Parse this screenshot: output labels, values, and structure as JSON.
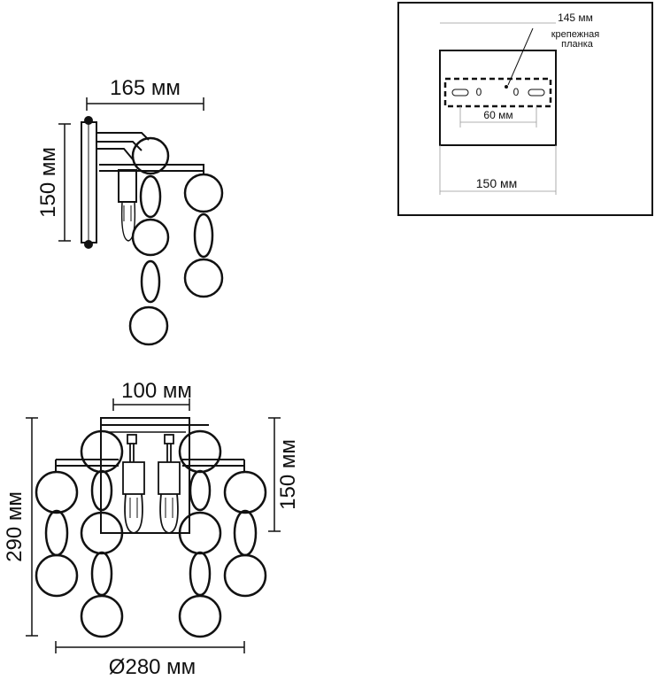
{
  "side_view": {
    "width_label": "165 мм",
    "height_label": "150 мм"
  },
  "mounting_plate": {
    "plate_label": "145 мм",
    "bracket_label_line1": "крепежная",
    "bracket_label_line2": "планка",
    "hole_marker_left": "0",
    "hole_marker_right": "0",
    "hole_spacing_label": "60 мм",
    "base_width_label": "150 мм"
  },
  "front_view": {
    "backplate_width_label": "100 мм",
    "total_height_label": "290 мм",
    "body_height_label": "150 мм",
    "diameter_label": "Ø280 мм"
  },
  "colors": {
    "line": "#111111",
    "background": "#ffffff",
    "guide": "#999999"
  }
}
